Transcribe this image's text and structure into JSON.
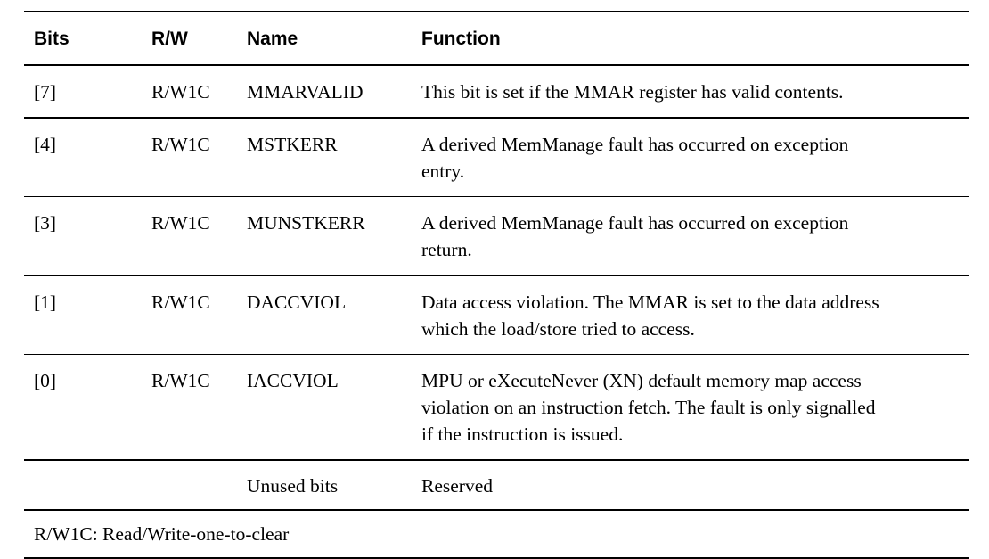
{
  "table": {
    "columns": {
      "bits": "Bits",
      "rw": "R/W",
      "name": "Name",
      "function": "Function"
    },
    "rows": [
      {
        "bits": "[7]",
        "rw": "R/W1C",
        "name": "MMARVALID",
        "function_lines": [
          "This bit is set if the MMAR register has valid contents."
        ]
      },
      {
        "bits": "[4]",
        "rw": "R/W1C",
        "name": "MSTKERR",
        "function_lines": [
          "A derived MemManage fault has occurred on exception",
          "entry."
        ]
      },
      {
        "bits": "[3]",
        "rw": "R/W1C",
        "name": "MUNSTKERR",
        "function_lines": [
          "A derived MemManage fault has occurred on exception",
          "return."
        ]
      },
      {
        "bits": "[1]",
        "rw": "R/W1C",
        "name": "DACCVIOL",
        "function_lines": [
          "Data access violation. The MMAR is set to the data address",
          "which the load/store tried to access."
        ]
      },
      {
        "bits": "[0]",
        "rw": "R/W1C",
        "name": "IACCVIOL",
        "function_lines": [
          "MPU or eXecuteNever (XN) default memory map access",
          "violation on an instruction fetch. The fault is only signalled",
          "if the instruction is issued."
        ]
      }
    ],
    "unused_row": {
      "bits": "",
      "rw": "",
      "name": "Unused bits",
      "function": "Reserved"
    },
    "footnote": "R/W1C: Read/Write-one-to-clear"
  }
}
